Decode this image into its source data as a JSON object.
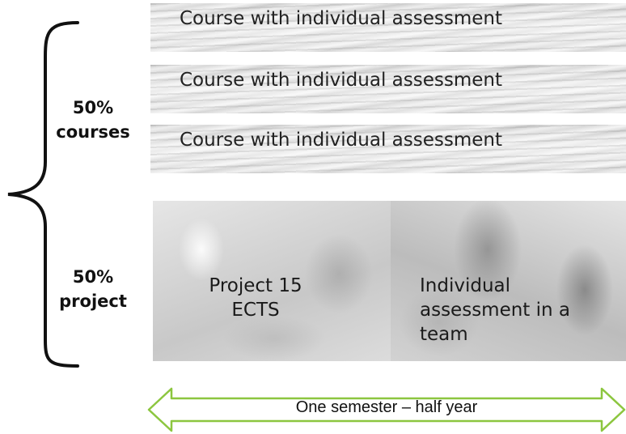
{
  "left_labels": {
    "courses": [
      "50%",
      "courses"
    ],
    "project": [
      "50%",
      "project"
    ]
  },
  "courses": [
    {
      "label": "Course with individual assessment"
    },
    {
      "label": "Course with individual assessment"
    },
    {
      "label": "Course with individual assessment"
    }
  ],
  "project": {
    "left_text": [
      "Project 15",
      "ECTS"
    ],
    "right_text": [
      "Individual",
      "assessment in a",
      "team"
    ]
  },
  "timeline": {
    "label": "One semester – half year",
    "arrow_color": "#8cc63f"
  }
}
